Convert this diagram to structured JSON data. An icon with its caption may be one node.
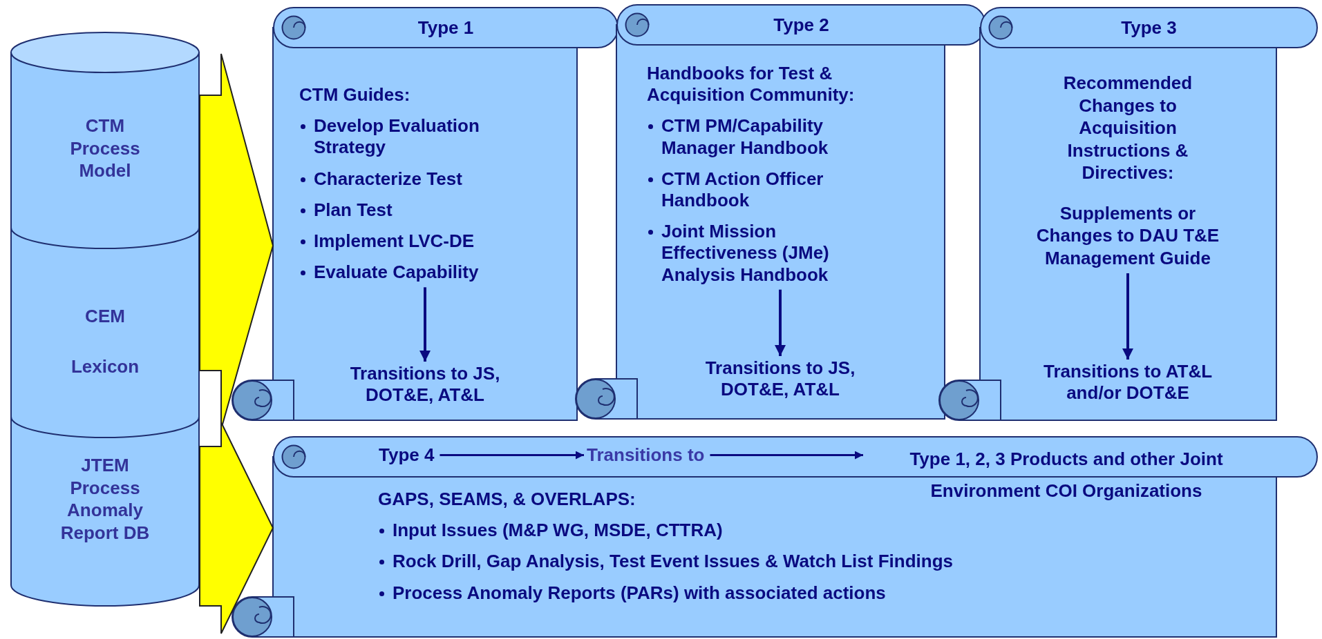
{
  "diagram": {
    "nodes": [
      {
        "text": [
          "CTM Process Model",
          "CEM",
          "Lexicon",
          "JTEM Process Anomaly Report DB"
        ]
      },
      {
        "text": [
          "Type 1"
        ]
      },
      {
        "text": [
          "CTM Guides:",
          "Develop Evaluation Strategy",
          "Characterize Test",
          "Plan Test",
          "Implement LVC-DE",
          "Evaluate Capability"
        ],
        "in": 1
      },
      {
        "text": [
          "Transitions to JS, DOT&E, AT&L"
        ],
        "in": 1
      },
      {
        "text": [
          "Type 2"
        ]
      },
      {
        "text": [
          "Handbooks for Test & Acquisition Community:",
          "CTM PM/Capability Manager Handbook",
          "CTM Action Officer Handbook",
          "Joint Mission Effectiveness (JMe) Analysis Handbook"
        ],
        "in": 4
      },
      {
        "text": [
          "Transitions to JS, DOT&E, AT&L"
        ],
        "in": 4
      },
      {
        "text": [
          "Type 3"
        ]
      },
      {
        "text": [
          "Recommended Changes to Acquisition Instructions & Directives:",
          "Supplements or Changes to DAU T&E Management Guide"
        ],
        "in": 7
      },
      {
        "text": [
          "Transitions to AT&L and/or DOT&E"
        ],
        "in": 7
      },
      {
        "text": [],
        "shape": "scroll"
      },
      {
        "text": [
          "Type 4"
        ],
        "in": 10
      },
      {
        "text": [
          "Transitions to"
        ],
        "in": 10
      },
      {
        "text": [
          "Type 1, 2, 3 Products and other Joint Environment COI Organizations"
        ],
        "in": 10
      },
      {
        "text": [
          "GAPS, SEAMS, & OVERLAPS:",
          "Input Issues (M&P WG, MSDE, CTTRA)",
          "Rock Drill, Gap Analysis, Test Event Issues & Watch List Findings",
          "Process Anomaly Reports (PARs) with associated actions"
        ],
        "in": 10
      }
    ],
    "edges": [
      {
        "from": 0,
        "to": 1,
        "arrow": "to",
        "style": "thick",
        "color": "#ffff00"
      },
      {
        "from": 0,
        "to": 10,
        "arrow": "to",
        "style": "thick",
        "color": "#ffff00"
      },
      {
        "from": 2,
        "to": 3,
        "arrow": "to"
      },
      {
        "from": 5,
        "to": 6,
        "arrow": "to"
      },
      {
        "from": 8,
        "to": 9,
        "arrow": "to"
      },
      {
        "from": 11,
        "to": 12,
        "arrow": "to"
      },
      {
        "from": 12,
        "to": 13,
        "arrow": "to"
      }
    ]
  }
}
